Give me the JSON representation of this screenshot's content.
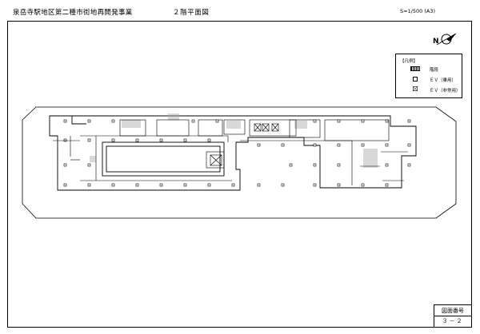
{
  "header": {
    "project_title": "泉岳寺駅地区第二種市街地再開発事業",
    "floor_title": "２階平面図",
    "scale": "S=1/500 (A3)"
  },
  "legend": {
    "title": "【凡例】",
    "items": [
      {
        "symbol": "stairs-icon",
        "label": "階段"
      },
      {
        "symbol": "elevator-icon",
        "label": "ＥＶ（乗用）"
      },
      {
        "symbol": "elevator-nonpassenger-icon",
        "label": "ＥＶ（非常用）"
      }
    ]
  },
  "sheet": {
    "label": "図面番号",
    "number": "３－２"
  },
  "compass": {
    "symbol": "north-arrow-icon",
    "label": "N"
  },
  "plan": {
    "line_color": "#000000",
    "hatch_color": "#7a7a7a"
  }
}
